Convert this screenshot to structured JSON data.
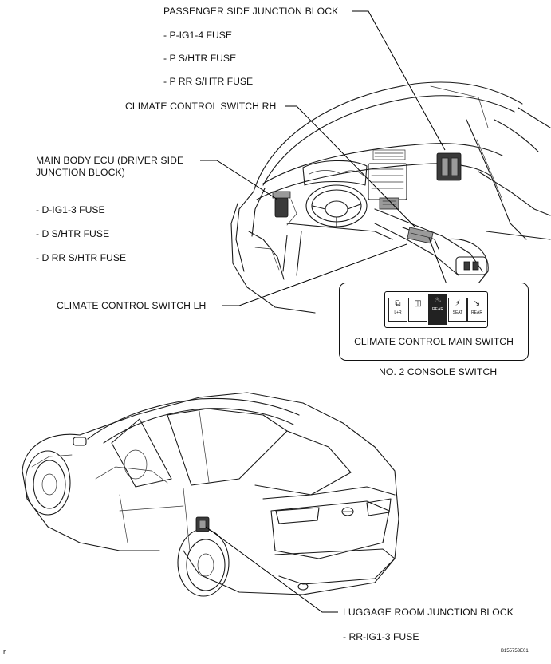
{
  "labels": {
    "passenger_jb": "PASSENGER SIDE JUNCTION BLOCK",
    "climate_rh": "CLIMATE CONTROL SWITCH RH",
    "main_body_ecu_line1": "MAIN BODY ECU (DRIVER SIDE",
    "main_body_ecu_line2": "JUNCTION BLOCK)",
    "climate_lh": "CLIMATE CONTROL SWITCH LH",
    "main_switch": "CLIMATE CONTROL MAIN SWITCH",
    "console_switch": "NO. 2 CONSOLE SWITCH",
    "luggage_jb": "LUGGAGE ROOM JUNCTION BLOCK"
  },
  "passenger_fuses": [
    "- P-IG1-4 FUSE",
    "- P S/HTR FUSE",
    "- P RR S/HTR FUSE"
  ],
  "driver_fuses": [
    "- D-IG1-3 FUSE",
    "- D S/HTR FUSE",
    "- D RR S/HTR FUSE"
  ],
  "luggage_fuses": [
    "- RR-IG1-3 FUSE"
  ],
  "switch_buttons": [
    {
      "icon": "seat-lr-icon",
      "glyph": "⧉",
      "text": "L+R"
    },
    {
      "icon": "dual-icon",
      "glyph": "◫",
      "text": ""
    },
    {
      "icon": "seat-heater-rear-icon",
      "glyph": "♨",
      "text": "REAR"
    },
    {
      "icon": "seat-heater-icon",
      "glyph": "⚡",
      "text": "SEAT"
    },
    {
      "icon": "seat-recline-rear-icon",
      "glyph": "↘",
      "text": "REAR"
    }
  ],
  "footer": {
    "doc_code": "B155753E01",
    "corner_mark": "r"
  }
}
